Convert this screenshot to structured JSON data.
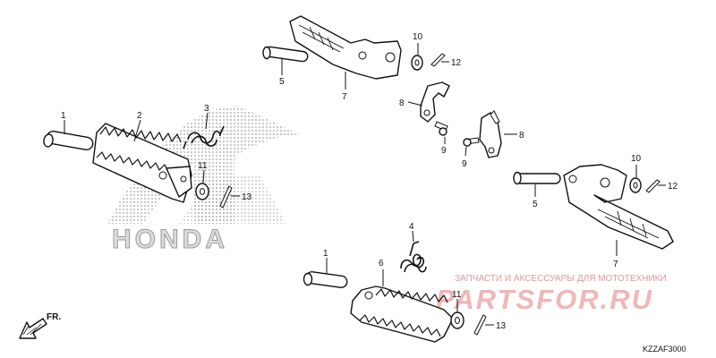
{
  "diagram": {
    "part_numbers": [
      "1",
      "2",
      "3",
      "4",
      "5",
      "6",
      "7",
      "8",
      "9",
      "10",
      "11",
      "12",
      "13"
    ],
    "direction_label": "FR.",
    "diagram_code": "KZZAF3000",
    "watermark": {
      "brand": "HONDA",
      "site_tagline": "ЗАПЧАСТИ И АКСЕССУАРЫ ДЛЯ МОТОТЕХНИКИ",
      "site_logo": "PARTSFOR.RU",
      "logo_color": "#e8a3a3"
    }
  }
}
